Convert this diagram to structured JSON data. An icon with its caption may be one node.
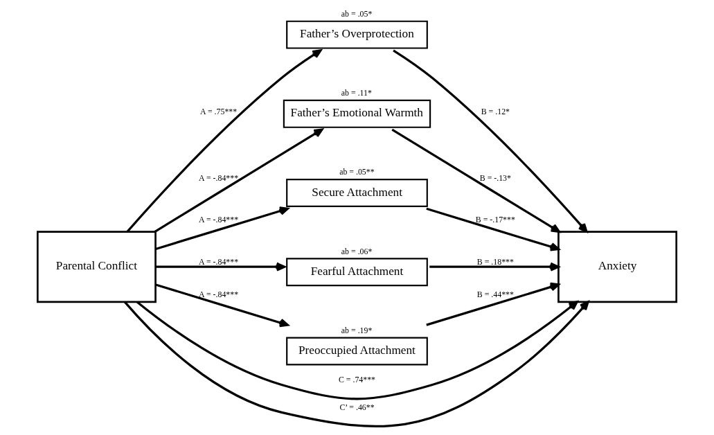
{
  "diagram": {
    "nodes": [
      {
        "text": [
          "Parental Conflict"
        ]
      },
      {
        "text": [
          "Father’s Overprotection"
        ],
        "beside": [
          "ab = .05*"
        ]
      },
      {
        "text": [
          "Father’s Emotional Warmth"
        ],
        "beside": [
          "ab = .11*"
        ]
      },
      {
        "text": [
          "Secure Attachment"
        ],
        "beside": [
          "ab = .05**"
        ]
      },
      {
        "text": [
          "Fearful Attachment"
        ],
        "beside": [
          "ab = .06*"
        ]
      },
      {
        "text": [
          "Preoccupied Attachment"
        ],
        "beside": [
          "ab = .19*"
        ]
      },
      {
        "text": [
          "Anxiety"
        ]
      }
    ],
    "edges": [
      {
        "from": 0,
        "to": 1,
        "arrow": "to",
        "label": "A = .75***"
      },
      {
        "from": 0,
        "to": 2,
        "arrow": "to",
        "label": "A = -.84***"
      },
      {
        "from": 0,
        "to": 3,
        "arrow": "to",
        "label": "A = -.84***"
      },
      {
        "from": 0,
        "to": 4,
        "arrow": "to",
        "label": "A = -.84***"
      },
      {
        "from": 0,
        "to": 5,
        "arrow": "to",
        "label": "A = -.84***"
      },
      {
        "from": 1,
        "to": 6,
        "arrow": "to",
        "label": "B = .12*"
      },
      {
        "from": 2,
        "to": 6,
        "arrow": "to",
        "label": "B = -.13*"
      },
      {
        "from": 3,
        "to": 6,
        "arrow": "to",
        "label": "B = -.17***"
      },
      {
        "from": 4,
        "to": 6,
        "arrow": "to",
        "label": "B = .18***"
      },
      {
        "from": 5,
        "to": 6,
        "arrow": "to",
        "label": "B = .44***"
      },
      {
        "from": 0,
        "to": 6,
        "arrow": "to",
        "label": "C = .74***"
      },
      {
        "from": 0,
        "to": 6,
        "arrow": "to",
        "label": "C’ = .46**"
      }
    ]
  }
}
